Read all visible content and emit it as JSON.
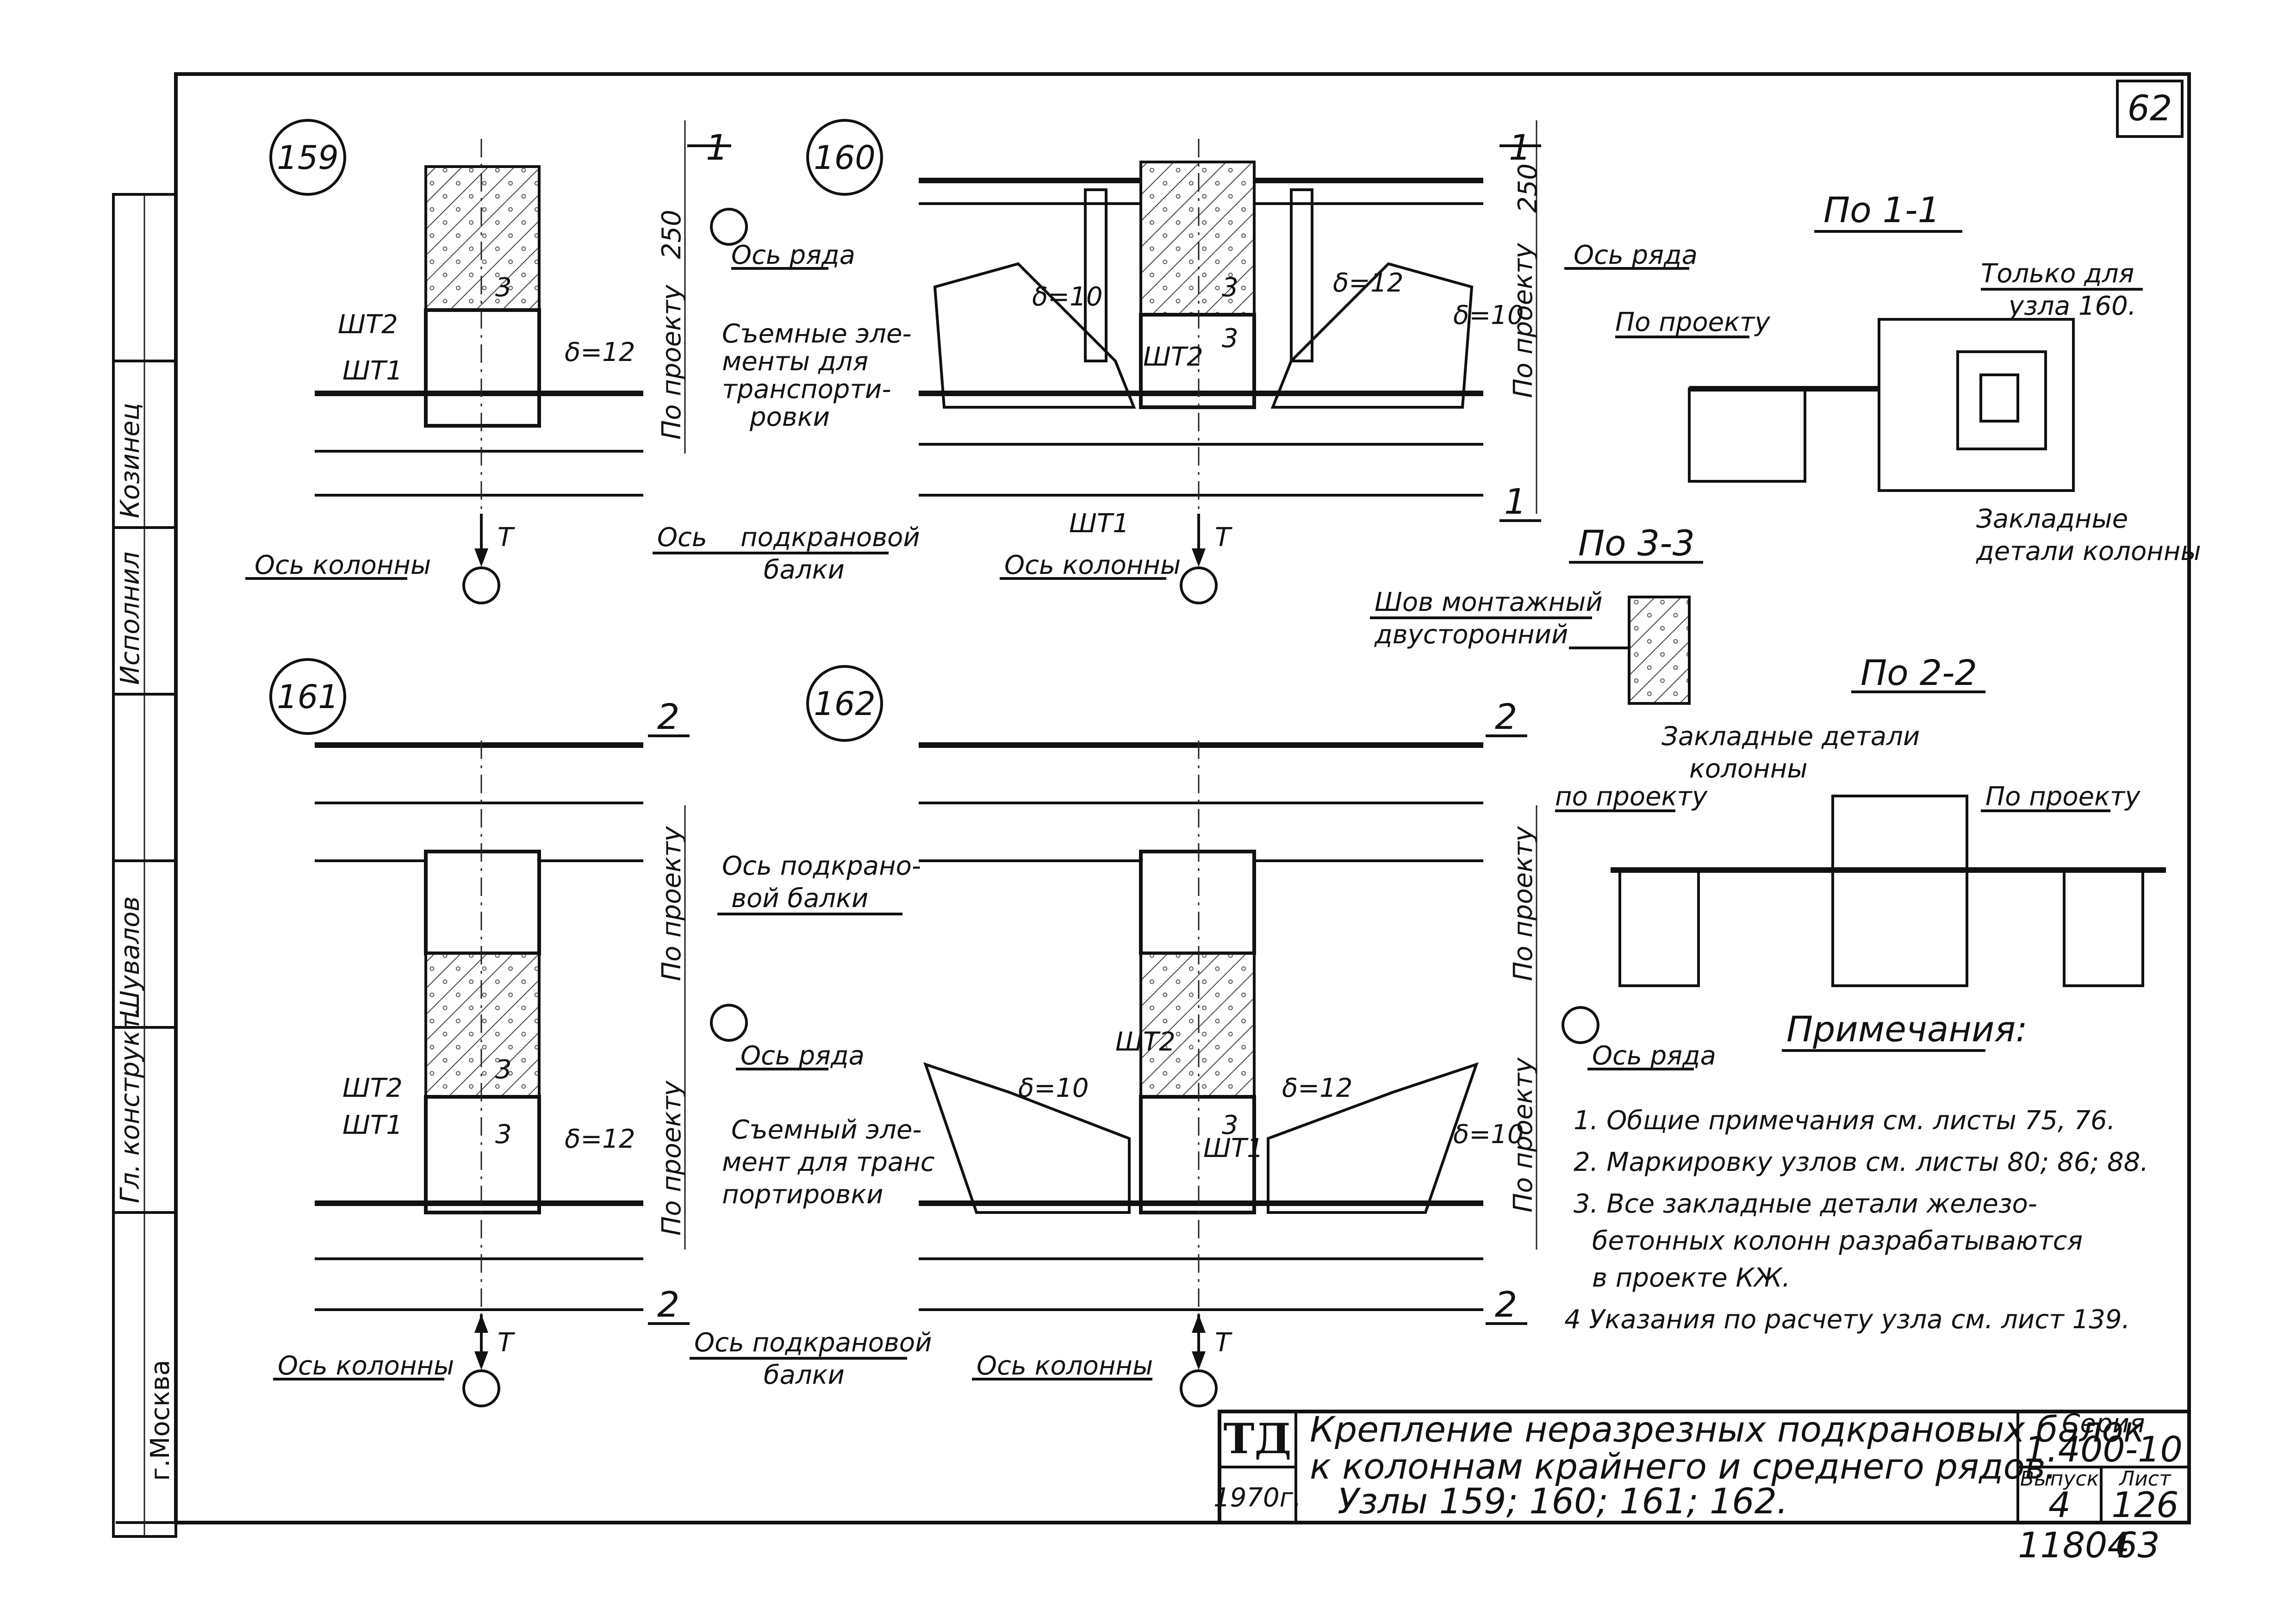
{
  "sheet_number": "62",
  "nodes": {
    "n159": {
      "number": "159",
      "sht2": "ШТ2",
      "sht1": "ШТ1",
      "three": "3",
      "delta": "δ=12",
      "dim": "250",
      "po_proektu": "По проекту",
      "os_ryada": "Ось ряда",
      "os_kolonny": "Ось колонны",
      "t_label": "T",
      "cut": "1"
    },
    "n160": {
      "number": "160",
      "delta_left": "δ=10",
      "delta_mid": "δ=12",
      "delta_right": "δ=10",
      "sht2": "ШТ2",
      "sht1": "ШТ1",
      "three_a": "3",
      "three_b": "3",
      "dim": "250",
      "po_proektu": "По проекту",
      "os_ryada": "Ось ряда",
      "os_kolonny": "Ось колонны",
      "t_label": "T",
      "cut": "1",
      "removable_1": "Съемные эле-",
      "removable_2": "менты для",
      "removable_3": "транспорти-",
      "removable_4": "ровки",
      "beam_axis_1": "Ось",
      "beam_axis_2": "подкрановой",
      "beam_axis_3": "балки"
    },
    "n161": {
      "number": "161",
      "sht2": "ШТ2",
      "sht1": "ШТ1",
      "three_a": "3",
      "three_b": "3",
      "delta": "δ=12",
      "po_proektu_a": "По проекту",
      "po_proektu_b": "По проекту",
      "os_ryada": "Ось ряда",
      "os_kolonny": "Ось колонны",
      "t_label": "T",
      "cut": "2",
      "beam_axis_top_1": "Ось подкрано-",
      "beam_axis_top_2": "вой балки",
      "beam_axis_bot_1": "Ось подкрановой",
      "beam_axis_bot_2": "балки"
    },
    "n162": {
      "number": "162",
      "delta_left": "δ=10",
      "delta_mid": "δ=12",
      "delta_right": "δ=10",
      "sht2": "ШТ2",
      "sht1": "ШТ1",
      "three": "3",
      "po_proektu_a": "По проекту",
      "po_proektu_b": "По проекту",
      "os_ryada": "Ось ряда",
      "os_kolonny": "Ось колонны",
      "t_label": "T",
      "cut": "2",
      "removable_1": "Съемный эле-",
      "removable_2": "мент для транс",
      "removable_3": "портировки"
    }
  },
  "sections": {
    "s11": {
      "title": "По 1-1",
      "only_1": "Только для",
      "only_2": "узла 160.",
      "po_proektu": "По проекту",
      "embedded_1": "Закладные",
      "embedded_2": "детали колонны"
    },
    "s33": {
      "title": "По 3-3",
      "weld_1": "Шов монтажный",
      "weld_2": "двусторонний"
    },
    "s22": {
      "title": "По 2-2",
      "embedded_1": "Закладные детали",
      "embedded_2": "колонны",
      "po_left": "по проекту",
      "po_right": "По проекту"
    }
  },
  "notes": {
    "title": "Примечания:",
    "items": [
      "1. Общие примечания см. листы 75, 76.",
      "2. Маркировку узлов см. листы 80; 86; 88.",
      "3. Все закладные детали железо-",
      "бетонных колонн разрабатываются",
      "в проекте КЖ.",
      "4 Указания по расчету узла см. лист 139."
    ]
  },
  "side_stamp": {
    "roles": [
      "Гл. конструкт.",
      "Шувалов",
      "Исполнил",
      "Козинец"
    ],
    "city": "г.Москва"
  },
  "title_block": {
    "org": "ТД",
    "year": "1970г.",
    "title_1": "Крепление неразрезных подкрановых балок",
    "title_2": "к колоннам крайнего и среднего рядов.",
    "title_3": "Узлы 159; 160; 161; 162.",
    "series_label": "Серия",
    "series_value": "1.400-10",
    "issue_label": "Выпуск",
    "issue_value": "4",
    "sheet_label": "Лист",
    "sheet_value": "126"
  },
  "footer_marks": {
    "code": "11804",
    "page": "63"
  }
}
